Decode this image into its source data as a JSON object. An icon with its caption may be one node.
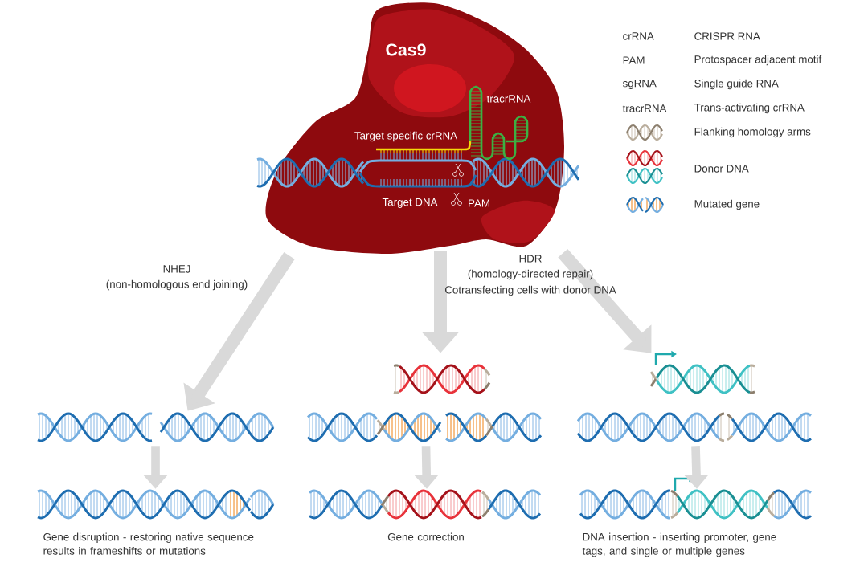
{
  "diagram": {
    "nodes": [
      {
        "text": [
          "Cas9"
        ]
      },
      {
        "text": [],
        "shape": "picture"
      },
      {
        "text": [],
        "shape": "picture"
      },
      {
        "text": [],
        "shape": "picture"
      },
      {
        "text": [],
        "shape": "picture",
        "beside": [
          "Gene disruption - restoring native sequence results in frameshifts or mutations"
        ]
      },
      {
        "text": [],
        "shape": "picture",
        "beside": [
          "Gene correction"
        ]
      },
      {
        "text": [],
        "shape": "picture",
        "beside": [
          "DNA insertion - inserting promoter, gene tags, and single or multiple genes"
        ]
      }
    ],
    "edges": [
      {
        "from": 0,
        "to": 1,
        "arrow": "to"
      },
      {
        "from": 0,
        "to": 2,
        "arrow": "to"
      },
      {
        "from": 0,
        "to": 3,
        "arrow": "to"
      },
      {
        "from": 1,
        "to": 4,
        "arrow": "to"
      },
      {
        "from": 2,
        "to": 5,
        "arrow": "to"
      },
      {
        "from": 3,
        "to": 6,
        "arrow": "to"
      }
    ],
    "labels": [
      "tracrRNA",
      "Target specific crRNA",
      "Target DNA",
      "PAM",
      "crRNA",
      "CRISPR RNA",
      "PAM",
      "Protospacer adjacent motif",
      "sgRNA",
      "Single guide RNA",
      "tracrRNA",
      "Trans-activating crRNA",
      "NHEJ",
      "(non-homologous end joining)",
      "HDR",
      "(homology-directed repair)",
      "Cotransfecting cells with donor DNA"
    ],
    "legend": [
      {
        "text": "Flanking homology arms"
      },
      {
        "text": "Donor DNA"
      },
      {
        "text": "Mutated gene"
      }
    ]
  }
}
